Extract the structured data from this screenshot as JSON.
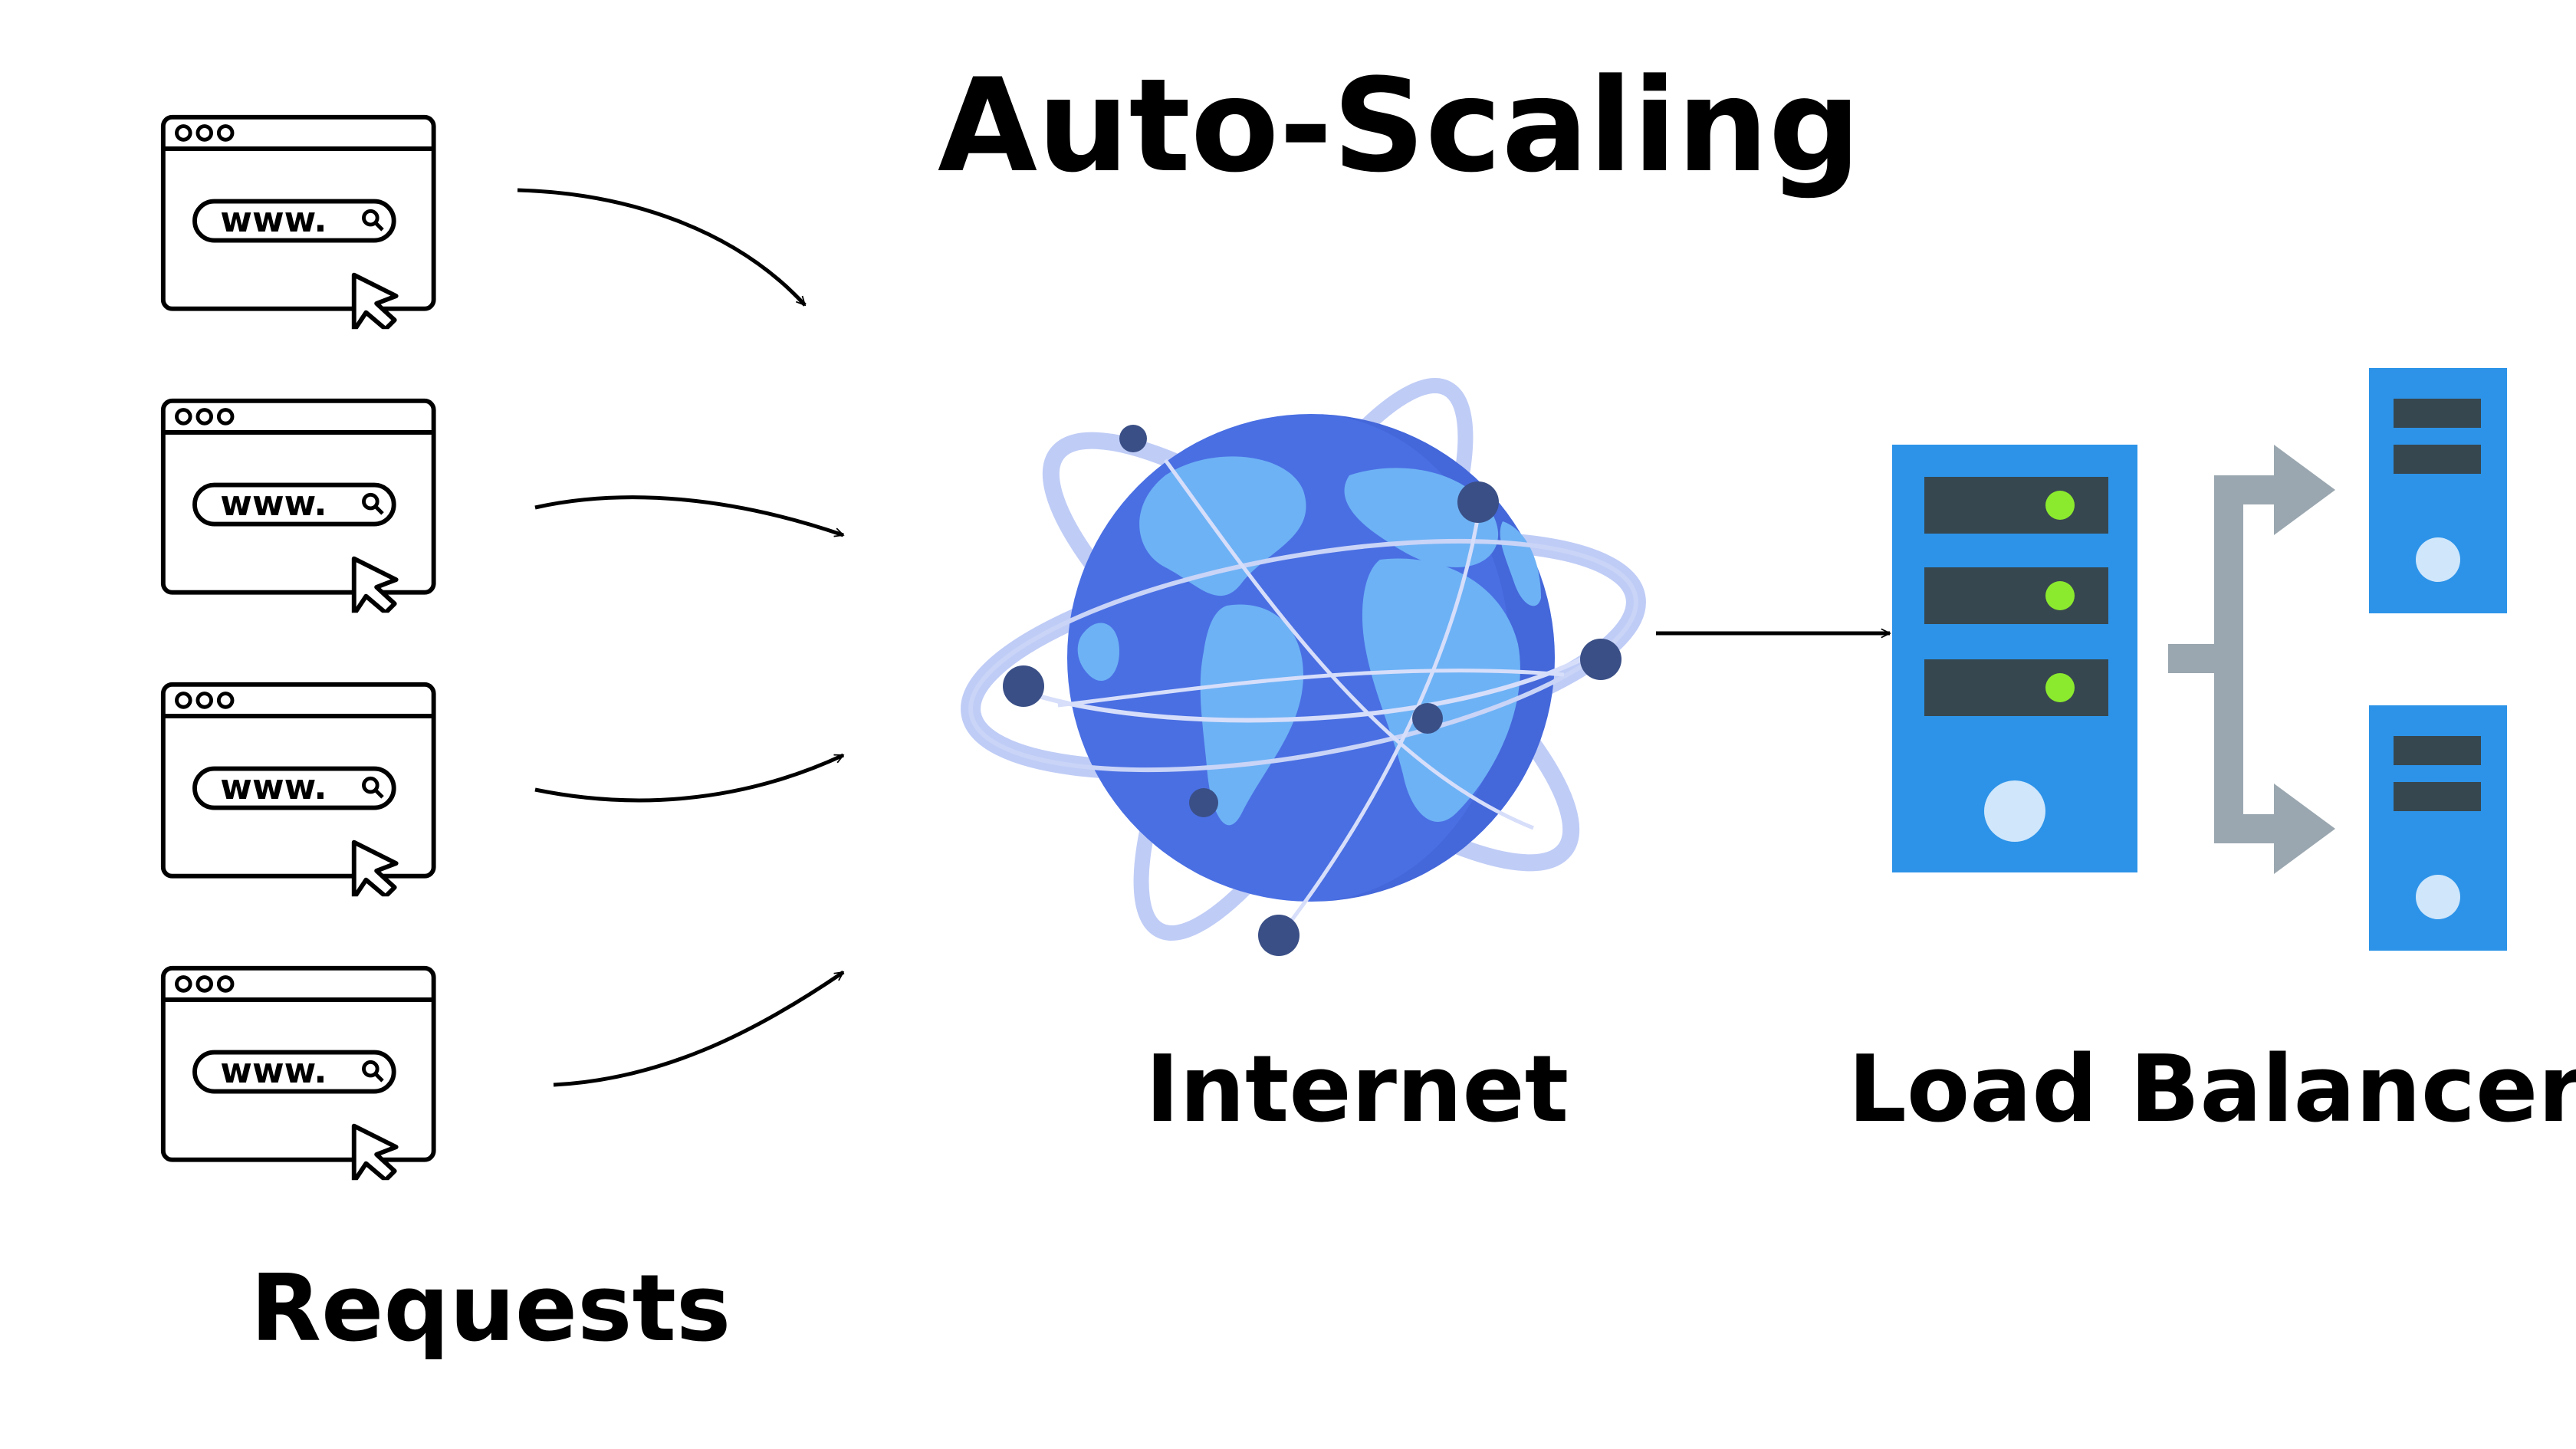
{
  "title": "Auto-Scaling",
  "labels": {
    "requests": "Requests",
    "internet": "Internet",
    "load_balancer": "Load Balancer"
  },
  "browser": {
    "url_text": "www."
  },
  "colors": {
    "globe_water": "#4a6fe3",
    "globe_land": "#6db2f5",
    "orbit": "#b8c6f5",
    "satellite": "#3a4f86",
    "server_blue": "#2c93e8",
    "server_slot": "#37474f",
    "server_led": "#8bea2e",
    "connector_gray": "#9aa7b0"
  },
  "icons": {
    "browser": "browser-window-icon",
    "cursor": "mouse-pointer-icon",
    "globe": "globe-icon",
    "server": "server-icon"
  }
}
